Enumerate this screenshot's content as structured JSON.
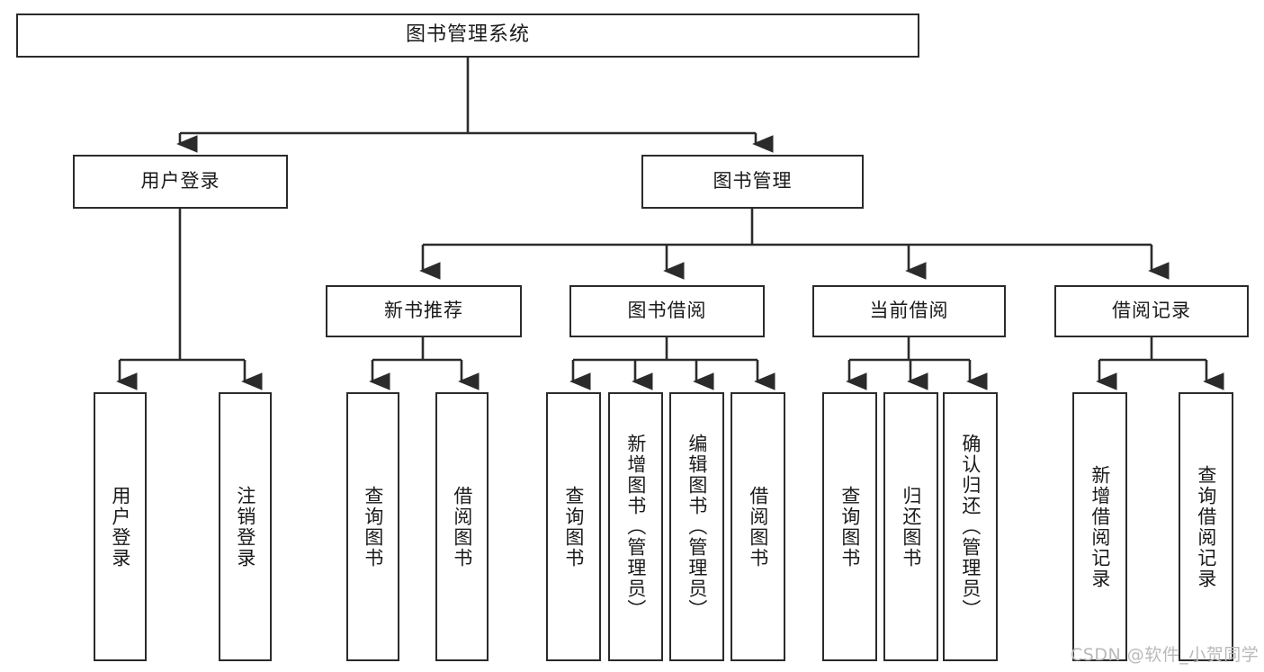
{
  "diagram": {
    "title": "图书管理系统",
    "type": "tree",
    "root": {
      "label": "图书管理系统"
    },
    "level2": [
      {
        "label": "用户登录"
      },
      {
        "label": "图书管理"
      }
    ],
    "level3": [
      {
        "label": "新书推荐",
        "parent": "图书管理"
      },
      {
        "label": "图书借阅",
        "parent": "图书管理"
      },
      {
        "label": "当前借阅",
        "parent": "图书管理"
      },
      {
        "label": "借阅记录",
        "parent": "图书管理"
      }
    ],
    "leaves": {
      "user_login": [
        {
          "label": "用户登录"
        },
        {
          "label": "注销登录"
        }
      ],
      "new_book_recommend": [
        {
          "label": "查询图书"
        },
        {
          "label": "借阅图书"
        }
      ],
      "book_borrow": [
        {
          "label": "查询图书"
        },
        {
          "label": "新增图书（管理员）"
        },
        {
          "label": "编辑图书（管理员）"
        },
        {
          "label": "借阅图书"
        }
      ],
      "current_borrow": [
        {
          "label": "查询图书"
        },
        {
          "label": "归还图书"
        },
        {
          "label": "确认归还（管理员）"
        }
      ],
      "borrow_record": [
        {
          "label": "新增借阅记录"
        },
        {
          "label": "查询借阅记录"
        }
      ]
    }
  },
  "watermark": {
    "text": "CSDN @软件_小贺同学"
  },
  "colors": {
    "stroke": "#2b2b2b",
    "text": "#1a1a1a",
    "background": "#ffffff",
    "watermark": "#b9b9b9"
  }
}
